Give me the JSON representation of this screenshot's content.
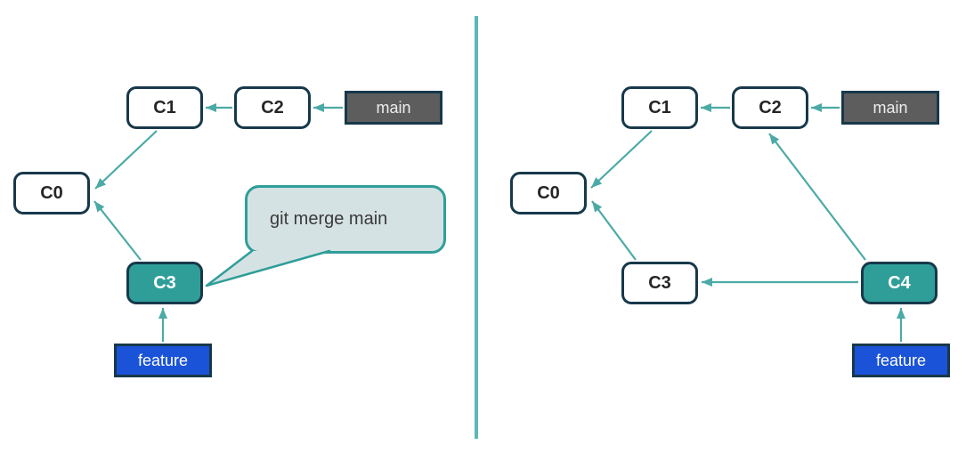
{
  "colors": {
    "node_border": "#17384a",
    "node_fill": "#ffffff",
    "node_text": "#262626",
    "highlight_fill": "#2f9e99",
    "highlight_text": "#ffffff",
    "main_fill": "#5d5d5d",
    "main_text": "#ededed",
    "feature_fill": "#1a53d8",
    "feature_text": "#ffffff",
    "arrow": "#4caaa6",
    "divider": "#5cb8b4",
    "callout_fill": "#d5e2e3",
    "callout_border": "#2f9e99",
    "callout_text": "#3a3a3a"
  },
  "left_panel": {
    "nodes": {
      "c0": "C0",
      "c1": "C1",
      "c2": "C2",
      "c3": "C3"
    },
    "highlighted_node": "C3",
    "main_label": "main",
    "feature_label": "feature",
    "callout_text": "git merge main",
    "edges": [
      "C2->C1",
      "main->C2",
      "C1->C0",
      "C3->C0",
      "feature->C3"
    ]
  },
  "right_panel": {
    "nodes": {
      "c0": "C0",
      "c1": "C1",
      "c2": "C2",
      "c3": "C3",
      "c4": "C4"
    },
    "highlighted_node": "C4",
    "main_label": "main",
    "feature_label": "feature",
    "edges": [
      "C2->C1",
      "main->C2",
      "C1->C0",
      "C3->C0",
      "C4->C3",
      "C4->C2",
      "feature->C4"
    ]
  }
}
